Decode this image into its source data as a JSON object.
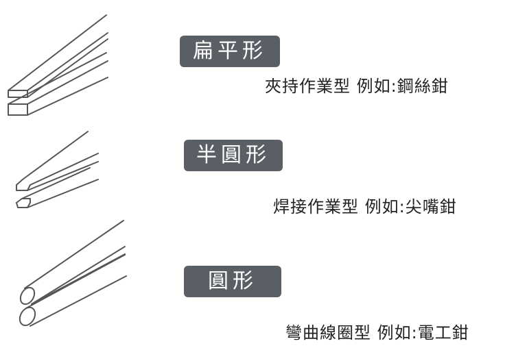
{
  "sections": [
    {
      "label": "扁平形",
      "description": "夾持作業型  例如:鋼絲鉗"
    },
    {
      "label": "半圓形",
      "description": "焊接作業型  例如:尖嘴鉗"
    },
    {
      "label": "圓形",
      "description": "彎曲線圈型  例如:電工鉗"
    }
  ]
}
